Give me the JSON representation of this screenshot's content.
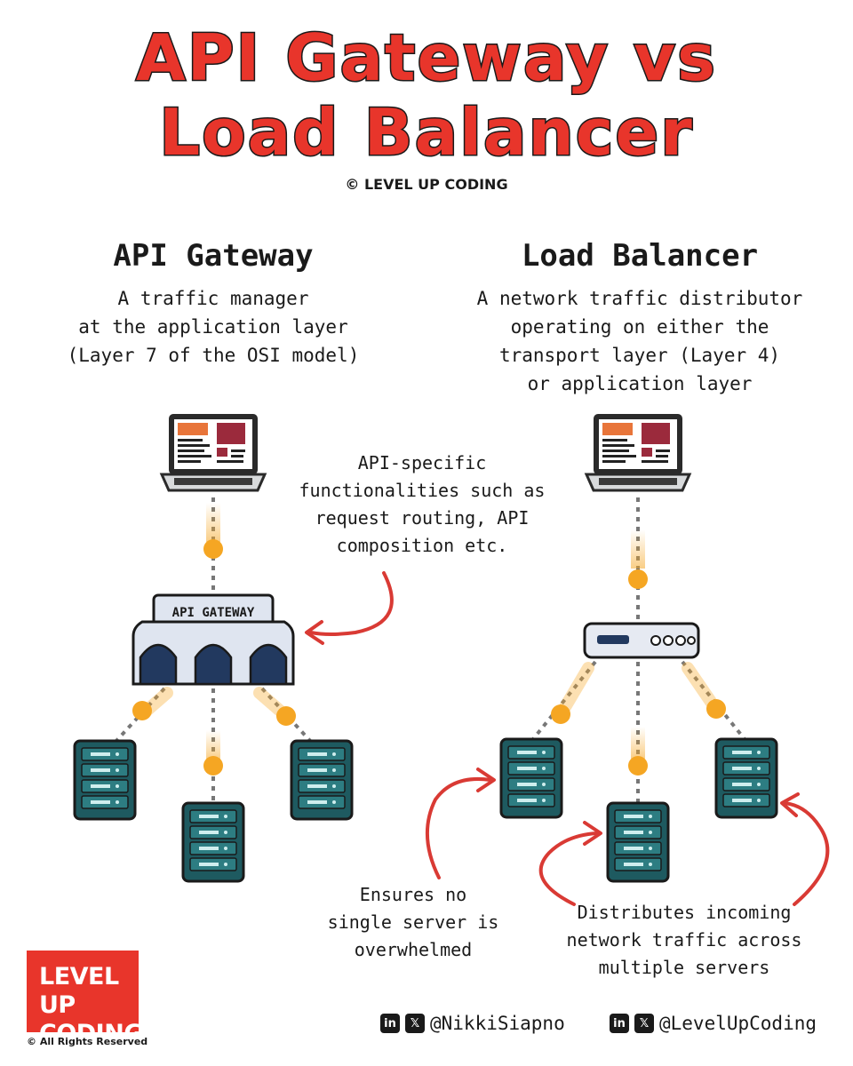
{
  "header": {
    "title_line1": "API Gateway vs",
    "title_line2": "Load Balancer",
    "copyright": "© LEVEL UP CODING"
  },
  "gateway": {
    "heading": "API Gateway",
    "desc_lines": [
      "A traffic manager",
      "at the application layer",
      "(Layer 7 of the OSI model)"
    ],
    "device_label": "API GATEWAY",
    "note_lines": [
      "API-specific",
      "functionalities such as",
      "request routing, API",
      "composition etc."
    ]
  },
  "balancer": {
    "heading": "Load Balancer",
    "desc_lines": [
      "A network traffic distributor",
      "operating on either the",
      "transport layer (Layer 4)",
      "or application layer"
    ],
    "note_left_lines": [
      "Ensures no",
      "single server is",
      "overwhelmed"
    ],
    "note_right_lines": [
      "Distributes incoming",
      "network traffic across",
      "multiple servers"
    ]
  },
  "footer": {
    "logo_line1": "LEVEL UP",
    "logo_line2": "CODING",
    "rights": "© All Rights Reserved",
    "handle_personal": "@NikkiSiapno",
    "handle_brand": "@LevelUpCoding",
    "linkedin_icon_text": "in",
    "x_icon_text": "𝕏"
  },
  "colors": {
    "title_red": "#e8352b",
    "server_teal": "#1e5a60",
    "packet_orange": "#f5a623",
    "gateway_navy": "#22395f",
    "arrow_red": "#d93a34"
  }
}
